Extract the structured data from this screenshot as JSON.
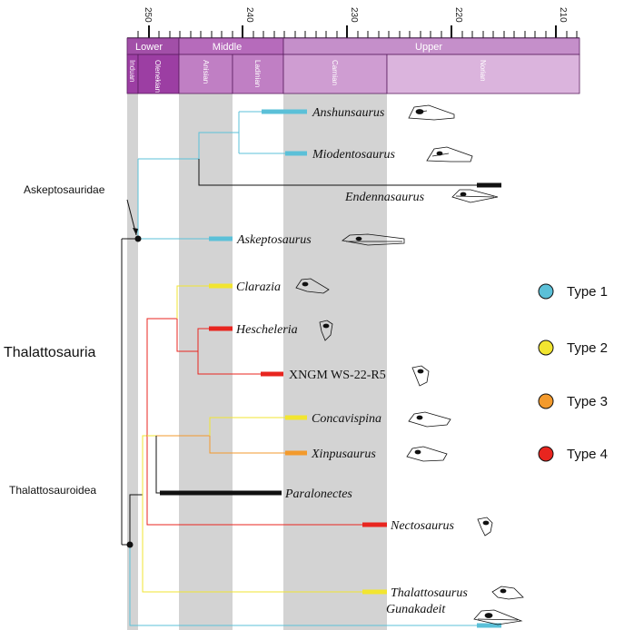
{
  "time_axis": {
    "ticks": [
      "250",
      "240",
      "230",
      "220",
      "210"
    ]
  },
  "epochs": [
    {
      "label": "Lower",
      "color": "#a24fa8"
    },
    {
      "label": "Middle",
      "color": "#b66bbb"
    },
    {
      "label": "Upper",
      "color": "#c58fca"
    }
  ],
  "stages": [
    {
      "label": "Induan",
      "color": "#9c3ea3"
    },
    {
      "label": "Olenekian",
      "color": "#9c3ea3"
    },
    {
      "label": "Anisian",
      "color": "#c07fc4"
    },
    {
      "label": "Ladinian",
      "color": "#c07fc4"
    },
    {
      "label": "Carnian",
      "color": "#cf9dd2"
    },
    {
      "label": "Norian",
      "color": "#dbb4dd"
    }
  ],
  "clades": {
    "askeptosauridae": "Askeptosauridae",
    "thalattosauria": "Thalattosauria",
    "thalattosauroidea": "Thalattosauroidea"
  },
  "taxa": [
    {
      "name": "Anshunsaurus",
      "type": "Type 1"
    },
    {
      "name": "Miodentosaurus",
      "type": "Type 1"
    },
    {
      "name": "Endennasaurus",
      "type": ""
    },
    {
      "name": "Askeptosaurus",
      "type": "Type 1"
    },
    {
      "name": "Clarazia",
      "type": "Type 2"
    },
    {
      "name": "Hescheleria",
      "type": "Type 4"
    },
    {
      "name": "XNGM WS-22-R5",
      "type": "Type 4"
    },
    {
      "name": "Concavispina",
      "type": "Type 2"
    },
    {
      "name": "Xinpusaurus",
      "type": "Type 3"
    },
    {
      "name": "Paralonectes",
      "type": ""
    },
    {
      "name": "Nectosaurus",
      "type": "Type 4"
    },
    {
      "name": "Thalattosaurus",
      "type": "Type 2"
    },
    {
      "name": "Gunakadeit",
      "type": "Type 1"
    }
  ],
  "legend": [
    {
      "label": "Type 1",
      "color": "#5bc0d8"
    },
    {
      "label": "Type 2",
      "color": "#f2e530"
    },
    {
      "label": "Type 3",
      "color": "#f39a2c"
    },
    {
      "label": "Type 4",
      "color": "#e8251f"
    }
  ],
  "colors": {
    "type1": "#5bc0d8",
    "type2": "#f2e530",
    "type3": "#f39a2c",
    "type4": "#e8251f",
    "unknown": "#111111",
    "time_band": "#d3d3d3"
  }
}
